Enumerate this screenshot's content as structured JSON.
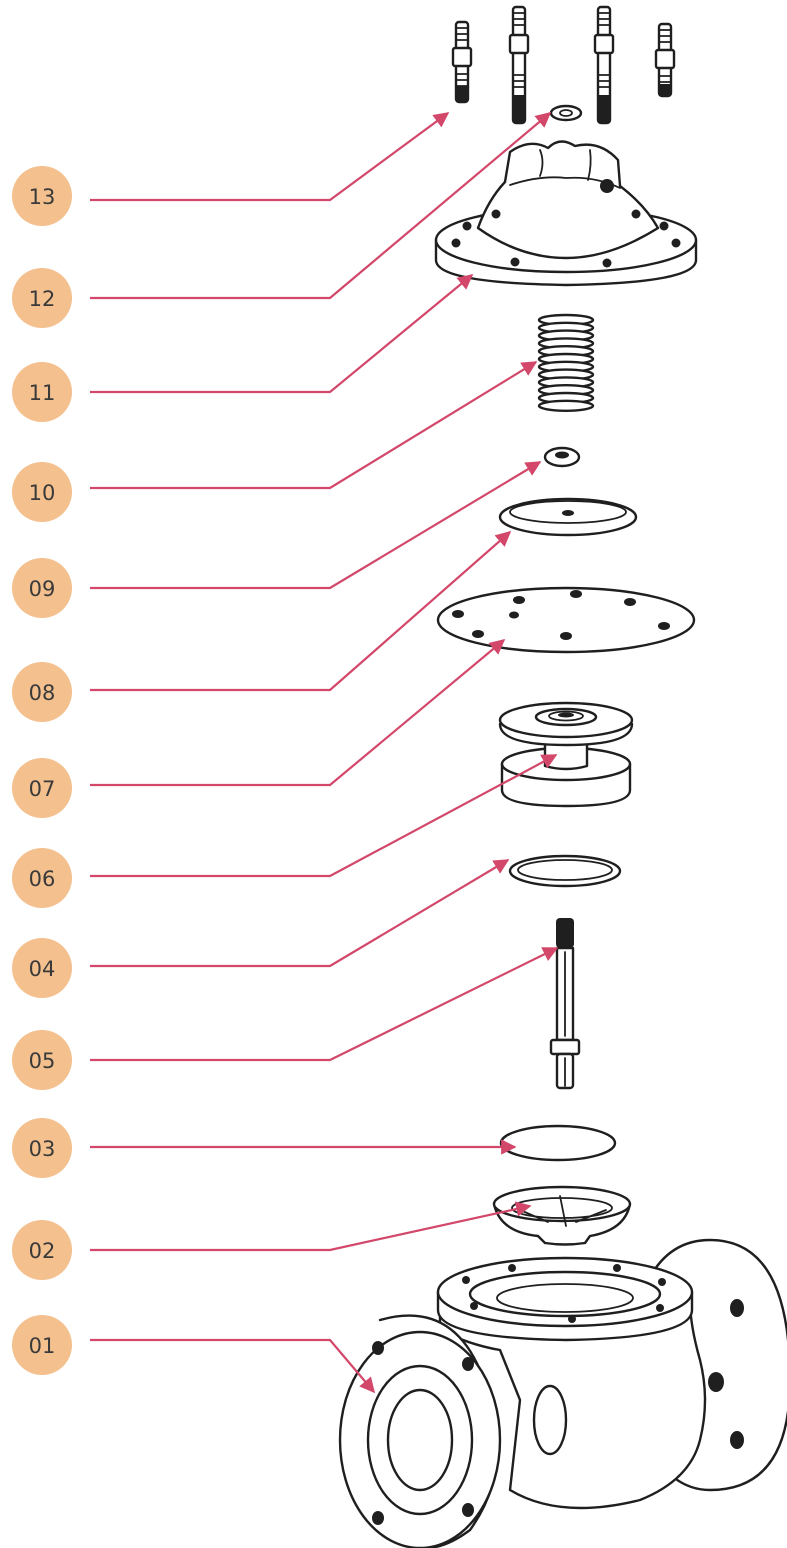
{
  "colors": {
    "badge_fill": "#f3c08e",
    "badge_text": "#3a3a3a",
    "leader_line": "#d2476a",
    "outline": "#1f1f1f"
  },
  "callouts": [
    {
      "label": "13"
    },
    {
      "label": "12"
    },
    {
      "label": "11"
    },
    {
      "label": "10"
    },
    {
      "label": "09"
    },
    {
      "label": "08"
    },
    {
      "label": "07"
    },
    {
      "label": "06"
    },
    {
      "label": "04"
    },
    {
      "label": "05"
    },
    {
      "label": "03"
    },
    {
      "label": "02"
    },
    {
      "label": "01"
    }
  ]
}
